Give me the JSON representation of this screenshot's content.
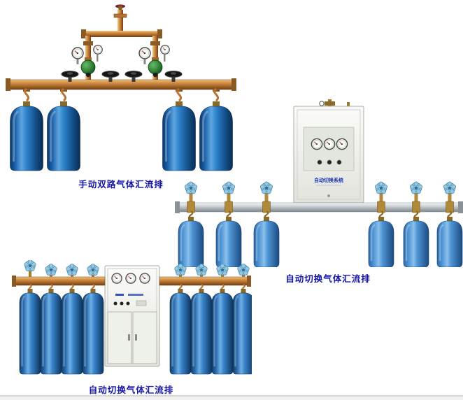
{
  "page": {
    "background": "#ffffff",
    "caption_color": "#1515a8"
  },
  "products": [
    {
      "caption": "手动双路气体汇流排",
      "type": "manual-dual-gas-manifold",
      "cylinders": 4,
      "gauges": 4,
      "handwheels": 4,
      "colors": {
        "pipe": "#b87333",
        "cylinder": "#2e83cc",
        "regulator": "#2e7d32"
      }
    },
    {
      "caption": "自动切换气体汇流排",
      "type": "automatic-switching-gas-manifold",
      "cabinet": {
        "label": "自动切换系统",
        "gauges": 3,
        "indicators": 3
      },
      "cylinders": 6,
      "colors": {
        "rail": "#aeb6bb",
        "cylinder": "#4e95d6",
        "valve_knob": "#8fcae6"
      }
    },
    {
      "caption": "自动切换气体汇流排",
      "type": "automatic-switching-gas-manifold",
      "cabinet": {
        "gauges": 3,
        "doors": 2
      },
      "cylinders": 8,
      "colors": {
        "pipe": "#b87333",
        "cylinder": "#3a86cc",
        "valve_knob": "#8fcae6"
      }
    }
  ]
}
